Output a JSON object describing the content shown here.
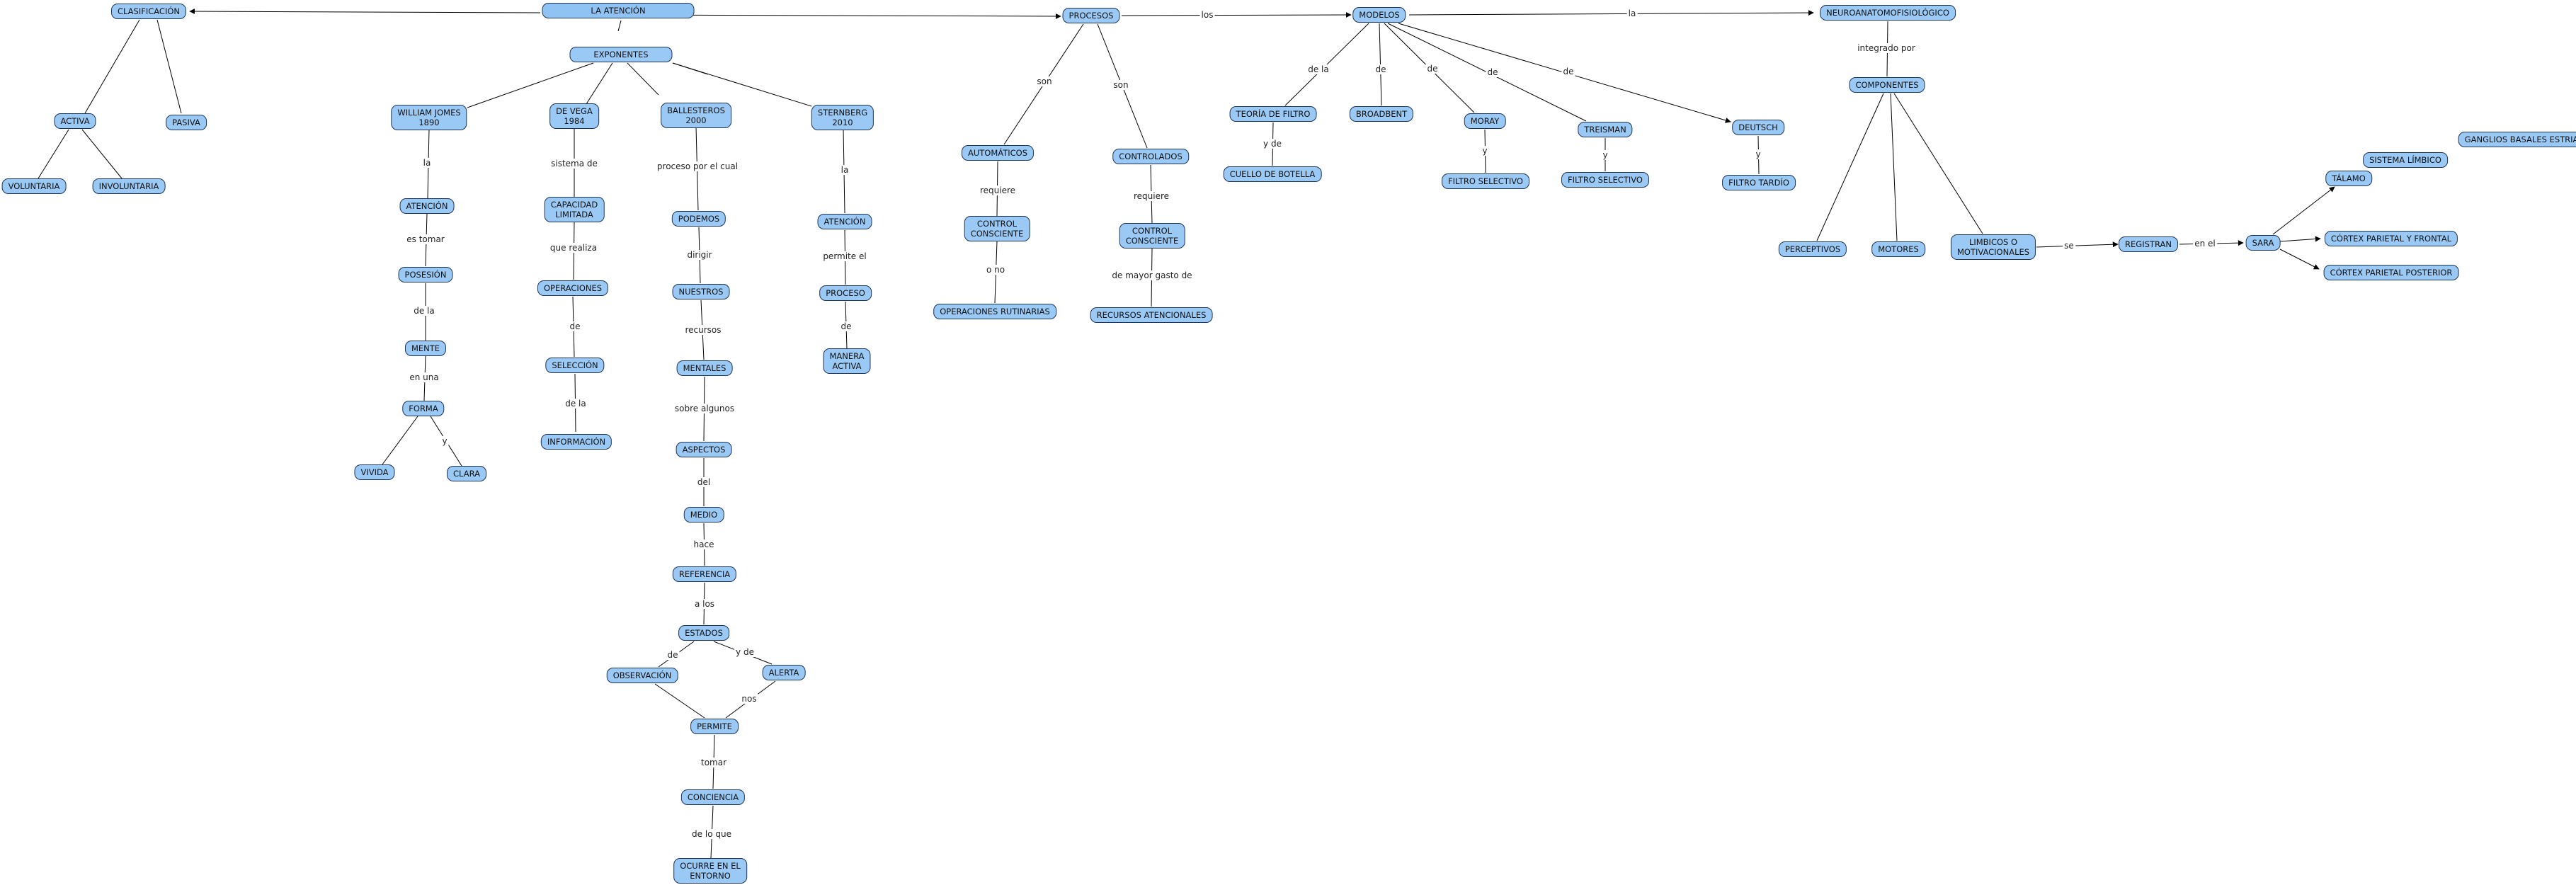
{
  "nodes": {
    "la_atencion": "LA ATENCIÓN",
    "clasificacion": "CLASIFICACIÓN",
    "activa": "ACTIVA",
    "pasiva": "PASIVA",
    "voluntaria": "VOLUNTARIA",
    "involuntaria": "INVOLUNTARIA",
    "exponentes": "EXPONENTES",
    "william_james": "WILLIAM JOMES\n1890",
    "de_vega": "DE VEGA\n1984",
    "ballesteros": "BALLESTEROS\n2000",
    "sternberg": "STERNBERG\n2010",
    "atencion_wj": "ATENCIÓN",
    "posesion": "POSESIÓN",
    "mente": "MENTE",
    "forma": "FORMA",
    "vivida": "VIVIDA",
    "clara": "CLARA",
    "capacidad_limitada": "CAPACIDAD\nLIMITADA",
    "operaciones": "OPERACIONES",
    "seleccion": "SELECCIÓN",
    "informacion": "INFORMACIÓN",
    "podemos": "PODEMOS",
    "nuestros": "NUESTROS",
    "mentales": "MENTALES",
    "aspectos": "ASPECTOS",
    "medio": "MEDIO",
    "referencia": "REFERENCIA",
    "estados": "ESTADOS",
    "observacion": "OBSERVACIÓN",
    "alerta": "ALERTA",
    "permite": "PERMITE",
    "conciencia": "CONCIENCIA",
    "ocurre_entorno": "OCURRE EN EL\nENTORNO",
    "atencion_st": "ATENCIÓN",
    "proceso": "PROCESO",
    "manera_activa": "MANERA\nACTIVA",
    "procesos": "PROCESOS",
    "automaticos": "AUTOMÁTICOS",
    "control_consciente_1": "CONTROL\nCONSCIENTE",
    "operaciones_rutinarias": "OPERACIONES RUTINARIAS",
    "controlados": "CONTROLADOS",
    "control_consciente_2": "CONTROL\nCONSCIENTE",
    "recursos_atencionales": "RECURSOS ATENCIONALES",
    "modelos": "MODELOS",
    "teoria_filtro": "TEORÍA DE FILTRO",
    "cuello_botella": "CUELLO DE BOTELLA",
    "broadbent": "BROADBENT",
    "moray": "MORAY",
    "filtro_selectivo_1": "FILTRO SELECTIVO",
    "treisman": "TREISMAN",
    "filtro_selectivo_2": "FILTRO SELECTIVO",
    "deutsch": "DEUTSCH",
    "filtro_tardio": "FILTRO TARDÍO",
    "neuroanatomofisiologico": "NEUROANATOMOFISIOLÓGICO",
    "componentes": "COMPONENTES",
    "perceptivos": "PERCEPTIVOS",
    "motores": "MOTORES",
    "limbicos": "LIMBICOS O\nMOTIVACIONALES",
    "registran": "REGISTRAN",
    "sara": "SARA",
    "talamo": "TÁLAMO",
    "sistema_limbico": "SISTEMA LÍMBICO",
    "ganglios": "GANGLIOS BASALES ESTRIADO",
    "cortex_pf": "CÓRTEX PARIETAL Y FRONTAL",
    "cortex_pp": "CÓRTEX PARIETAL POSTERIOR"
  },
  "links": {
    "la": "la",
    "es_tomar": "es tomar",
    "de_la": "de la",
    "en_una": "en una",
    "y": "y",
    "sistema_de": "sistema de",
    "que_realiza": "que realiza",
    "de": "de",
    "proceso_por_el_cual": "proceso por el cual",
    "dirigir": "dirigir",
    "recursos": "recursos",
    "sobre_algunos": "sobre algunos",
    "del": "del",
    "hace": "hace",
    "a_los": "a los",
    "y_de": "y de",
    "nos": "nos",
    "tomar": "tomar",
    "de_lo_que": "de lo que",
    "permite_el": "permite el",
    "son": "son",
    "requiere": "requiere",
    "o_no": "o no",
    "de_mayor_gasto_de": "de mayor gasto de",
    "los": "los",
    "y_de_modelo": "y de",
    "integrado_por": "integrado por",
    "se": "se",
    "en_el": "en el"
  }
}
